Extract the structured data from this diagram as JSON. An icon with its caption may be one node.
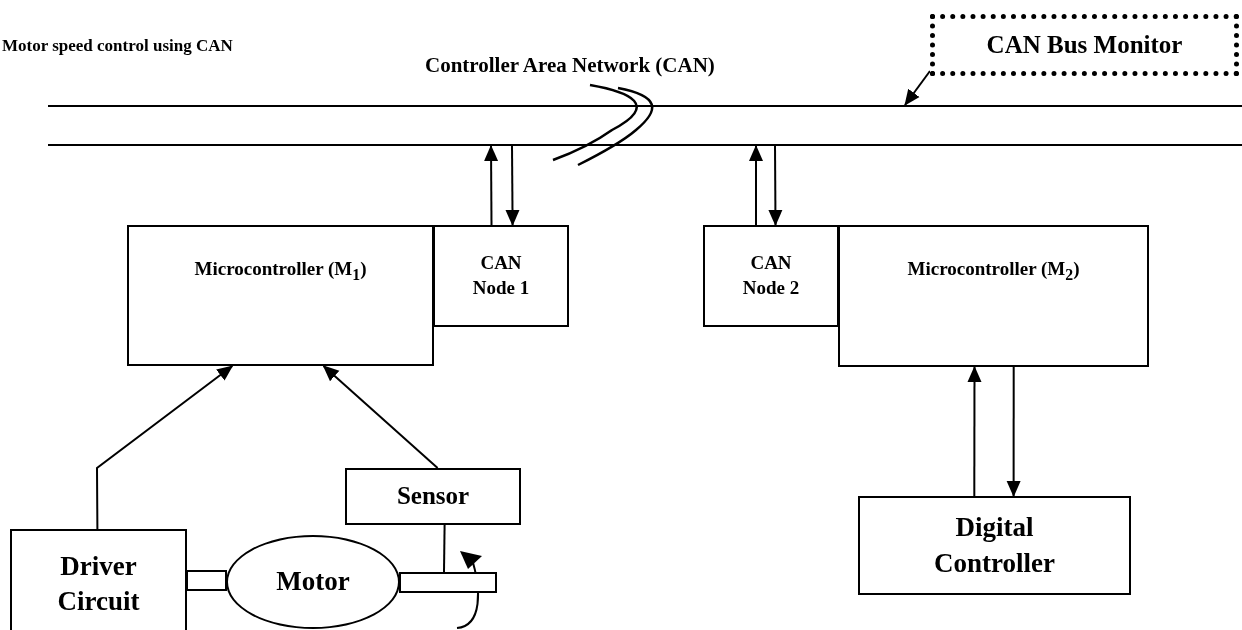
{
  "diagram": {
    "title": "Motor speed control using CAN",
    "nodes": [
      {
        "text": [
          "Controller Area Network (CAN)"
        ]
      },
      {
        "text": [
          "CAN Bus Monitor"
        ]
      },
      {
        "text": [
          "Microcontroller (M$_{1}$)"
        ]
      },
      {
        "text": [
          "CAN Node 1"
        ]
      },
      {
        "text": [
          "CAN Node 2"
        ]
      },
      {
        "text": [
          "Microcontroller (M$_{2}$)"
        ]
      },
      {
        "text": [
          "Sensor"
        ]
      },
      {
        "text": [
          "Driver Circuit"
        ]
      },
      {
        "text": [
          "Motor"
        ]
      },
      {
        "text": [
          "Digital Controller"
        ]
      },
      {
        "text": [],
        "shape": "bar"
      },
      {
        "text": [],
        "shape": "bar"
      }
    ],
    "edges": [
      {
        "from": 1,
        "to": 0,
        "arrow": "to"
      },
      {
        "from": 3,
        "to": 0,
        "arrow": "to"
      },
      {
        "from": 0,
        "to": 3,
        "arrow": "to"
      },
      {
        "from": 4,
        "to": 0,
        "arrow": "to"
      },
      {
        "from": 0,
        "to": 4,
        "arrow": "to"
      },
      {
        "from": 7,
        "to": 2,
        "arrow": "to"
      },
      {
        "from": 6,
        "to": 2,
        "arrow": "to"
      },
      {
        "from": 9,
        "to": 5,
        "arrow": "to"
      },
      {
        "from": 5,
        "to": 9,
        "arrow": "to"
      },
      {
        "from": 6,
        "to": 11,
        "arrow": "none"
      }
    ]
  }
}
